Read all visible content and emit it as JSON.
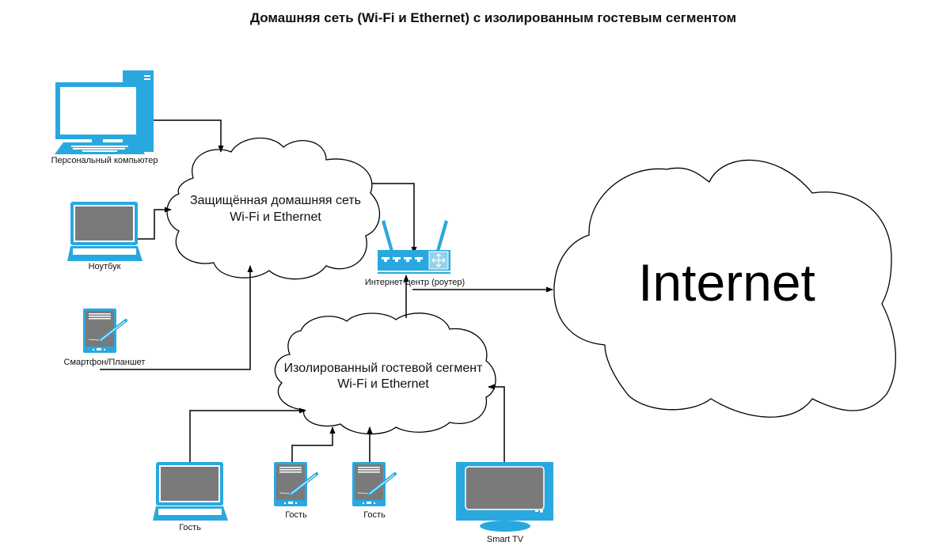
{
  "title": "Домашняя сеть (Wi-Fi и Ethernet) с изолированным гостевым сегментом",
  "colors": {
    "device_blue": "#29a8e0",
    "screen_grey": "#7a7a7a",
    "line": "#000000"
  },
  "nodes": {
    "pc": {
      "label": "Персональный компьютер",
      "icon": "desktop-computer-icon"
    },
    "laptop": {
      "label": "Ноутбук",
      "icon": "laptop-icon"
    },
    "tablet": {
      "label": "Смартфон/Планшет",
      "icon": "tablet-icon"
    },
    "home_cloud": {
      "line1": "Защищённая домашняя сеть",
      "line2": "Wi-Fi и Ethernet",
      "icon": "cloud-icon"
    },
    "router": {
      "label": "Интернет-центр (роутер)",
      "icon": "router-icon"
    },
    "guest_cloud": {
      "line1": "Изолированный гостевой сегмент",
      "line2": "Wi-Fi и Ethernet",
      "icon": "cloud-icon"
    },
    "internet": {
      "label": "Internet",
      "icon": "cloud-icon"
    },
    "guest_laptop": {
      "label": "Гость",
      "icon": "laptop-icon"
    },
    "guest_tablet_1": {
      "label": "Гость",
      "icon": "tablet-icon"
    },
    "guest_tablet_2": {
      "label": "Гость",
      "icon": "tablet-icon"
    },
    "smart_tv": {
      "label": "Smart TV",
      "icon": "tv-icon"
    }
  },
  "connections": [
    {
      "from": "pc",
      "to": "home_cloud"
    },
    {
      "from": "laptop",
      "to": "home_cloud"
    },
    {
      "from": "tablet",
      "to": "home_cloud"
    },
    {
      "from": "home_cloud",
      "to": "router"
    },
    {
      "from": "guest_cloud",
      "to": "router"
    },
    {
      "from": "router",
      "to": "internet"
    },
    {
      "from": "guest_laptop",
      "to": "guest_cloud"
    },
    {
      "from": "guest_tablet_1",
      "to": "guest_cloud"
    },
    {
      "from": "guest_tablet_2",
      "to": "guest_cloud"
    },
    {
      "from": "smart_tv",
      "to": "guest_cloud"
    }
  ]
}
